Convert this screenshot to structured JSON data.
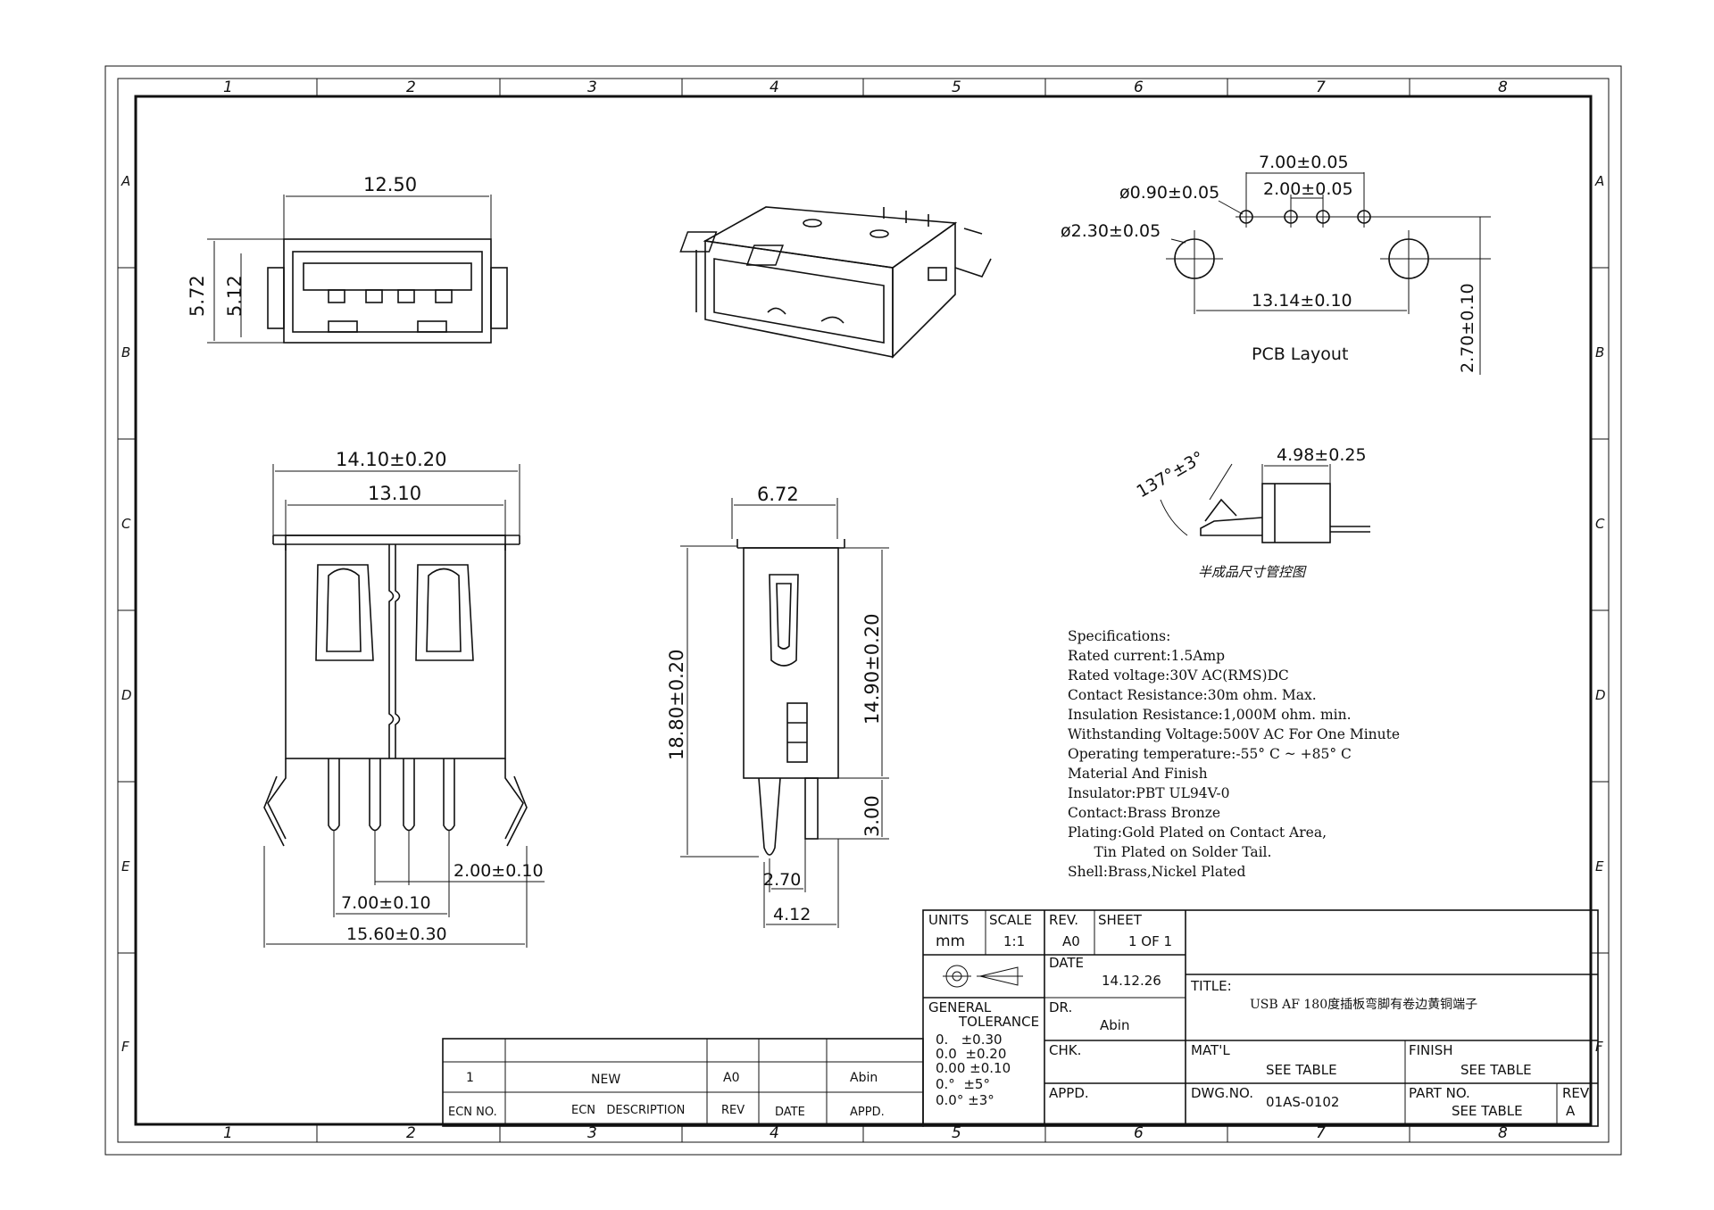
{
  "zone_columns": [
    "1",
    "2",
    "3",
    "4",
    "5",
    "6",
    "7",
    "8"
  ],
  "zone_rows": [
    "A",
    "B",
    "C",
    "D",
    "E",
    "F"
  ],
  "views": {
    "front_dims": [
      "12.50",
      "5.72",
      "5.12"
    ],
    "pcb_layout": {
      "label": "PCB Layout",
      "dims": [
        "7.00±0.05",
        "2.00±0.05",
        "ø0.90±0.05",
        "ø2.30±0.05",
        "13.14±0.10",
        "2.70±0.10"
      ]
    },
    "bend_detail": {
      "angle": "137°±3°",
      "length": "4.98±0.25",
      "caption": "半成品尺寸管控图"
    },
    "top_view_dims": [
      "14.10±0.20",
      "13.10",
      "2.00±0.10",
      "7.00±0.10",
      "15.60±0.30"
    ],
    "side_view_dims": [
      "6.72",
      "18.80±0.20",
      "14.90±0.20",
      "3.00",
      "2.70",
      "4.12"
    ]
  },
  "specifications": [
    "Specifications:",
    "Rated current:1.5Amp",
    "Rated voltage:30V AC(RMS)DC",
    "Contact Resistance:30m ohm. Max.",
    "Insulation Resistance:1,000M ohm. min.",
    "Withstanding Voltage:500V AC For One Minute",
    "Operating temperature:-55° C ~ +85° C",
    "Material And Finish",
    "Insulator:PBT UL94V-0",
    "Contact:Brass Bronze",
    "Plating:Gold Plated on Contact Area,",
    "      Tin Plated on Solder Tail.",
    "Shell:Brass,Nickel Plated"
  ],
  "title_block": {
    "units_label": "UNITS",
    "units": "mm",
    "scale_label": "SCALE",
    "scale": "1:1",
    "rev_label": "REV.",
    "rev": "A0",
    "sheet_label": "SHEET",
    "sheet": "1 OF 1",
    "date_label": "DATE",
    "date": "14.12.26",
    "title_label": "TITLE:",
    "title": "USB AF 180度插板弯脚有卷边黄铜端子",
    "tolerance_label": [
      "GENERAL",
      "TOLERANCE"
    ],
    "tolerances": [
      "0.   ±0.30",
      "0.0  ±0.20",
      "0.00 ±0.10",
      "0.°  ±5°",
      "0.0° ±3°"
    ],
    "dr_label": "DR.",
    "dr": "Abin",
    "chk_label": "CHK.",
    "appd_label": "APPD.",
    "matl_label": "MAT'L",
    "matl": "SEE TABLE",
    "finish_label": "FINISH",
    "finish": "SEE TABLE",
    "dwg_label": "DWG.NO.",
    "dwg": "01AS-0102",
    "part_label": "PART NO.",
    "part": "SEE TABLE",
    "rev2_label": "REV",
    "rev2": "A"
  },
  "revision_table": {
    "row": {
      "ecn": "1",
      "desc": "NEW",
      "rev": "A0",
      "date": "",
      "appd": "Abin"
    },
    "headers": {
      "ecn": "ECN NO.",
      "desc": "ECN   DESCRIPTION",
      "rev": "REV",
      "date": "DATE",
      "appd": "APPD."
    }
  }
}
